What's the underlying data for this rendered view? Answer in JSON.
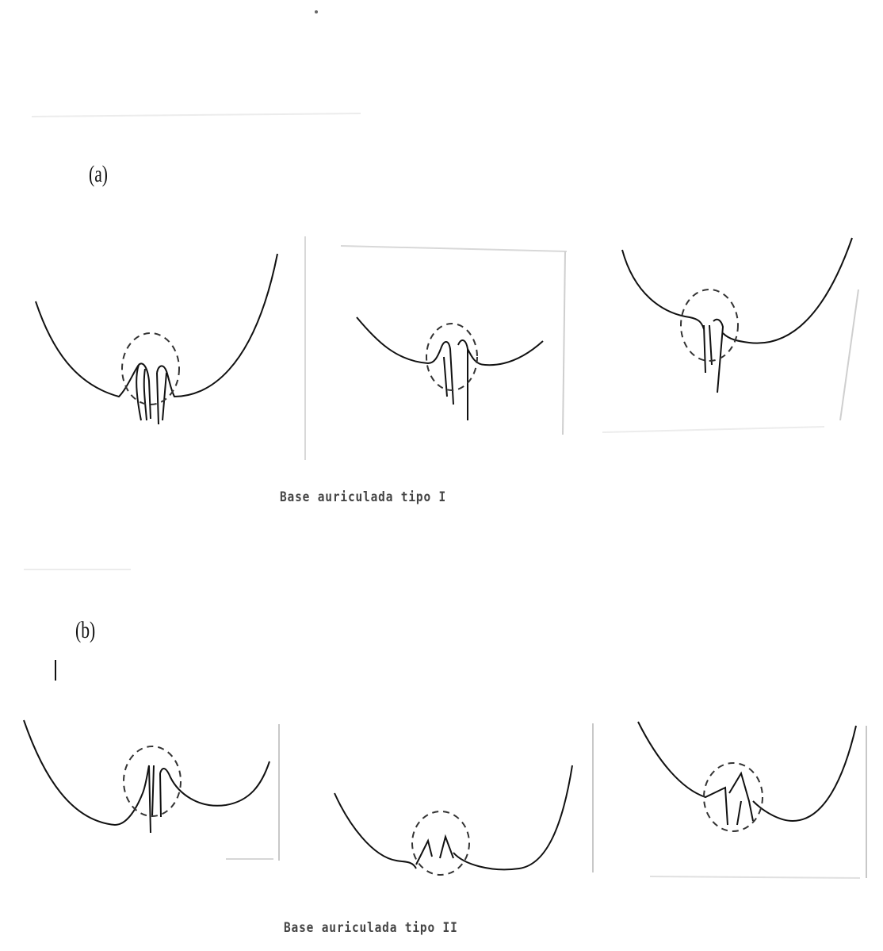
{
  "section_a": {
    "label": "(a)",
    "caption": "Base  auriculada tipo I",
    "figures": [
      {
        "id": "a1",
        "type": "auriculate-base-type-I"
      },
      {
        "id": "a2",
        "type": "auriculate-base-type-I"
      },
      {
        "id": "a3",
        "type": "auriculate-base-type-I"
      }
    ]
  },
  "section_b": {
    "label": "(b)",
    "caption": "Base auriculada tipo II",
    "figures": [
      {
        "id": "b1",
        "type": "auriculate-base-type-II"
      },
      {
        "id": "b2",
        "type": "auriculate-base-type-II"
      },
      {
        "id": "b3",
        "type": "auriculate-base-type-II"
      }
    ]
  },
  "colors": {
    "ink": "#111111",
    "faint": "#e6e6e6",
    "circle": "#333333"
  }
}
